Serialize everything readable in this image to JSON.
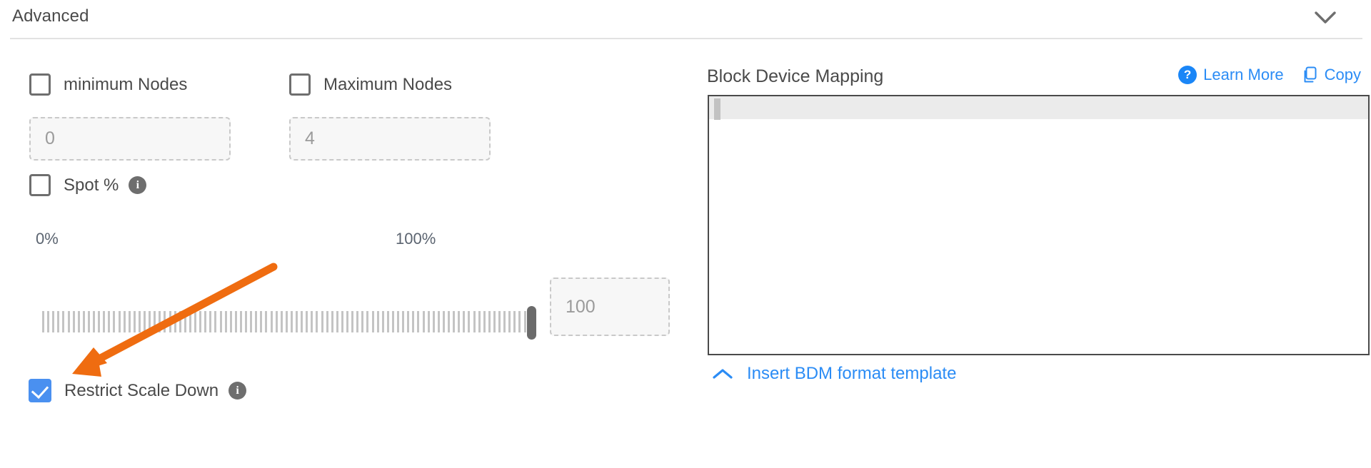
{
  "section": {
    "title": "Advanced",
    "toggle_icon": "chevron-down-icon"
  },
  "left": {
    "min_nodes": {
      "label": "minimum Nodes",
      "checked": false,
      "input_placeholder": "0"
    },
    "max_nodes": {
      "label": "Maximum Nodes",
      "checked": false,
      "input_placeholder": "4"
    },
    "spot": {
      "label": "Spot %",
      "checked": false,
      "info_icon": "info-icon",
      "info_glyph": "i"
    },
    "slider": {
      "min_label": "0%",
      "max_label": "100%",
      "value": 100,
      "value_input_placeholder": "100"
    },
    "restrict_scale_down": {
      "label": "Restrict Scale Down",
      "checked": true,
      "info_icon": "info-icon",
      "info_glyph": "i"
    }
  },
  "right": {
    "title": "Block Device Mapping",
    "learn_more": {
      "label": "Learn More",
      "icon": "help-question-icon",
      "glyph": "?"
    },
    "copy": {
      "label": "Copy",
      "icon": "copy-icon"
    },
    "editor": {
      "content": ""
    },
    "insert_template": {
      "label": "Insert BDM format template",
      "icon": "chevron-up-icon"
    }
  },
  "colors": {
    "accent_blue": "#2b8cf5",
    "checkbox_checked": "#4a90f0",
    "annotation_orange": "#ef6c10",
    "text_primary": "#4a4a4a",
    "muted_text": "#9b9b9b",
    "border_gray": "#c9c9c9"
  },
  "annotation": {
    "type": "arrow",
    "color": "#ef6c10",
    "points_to": "restrict-scale-down-checkbox"
  }
}
